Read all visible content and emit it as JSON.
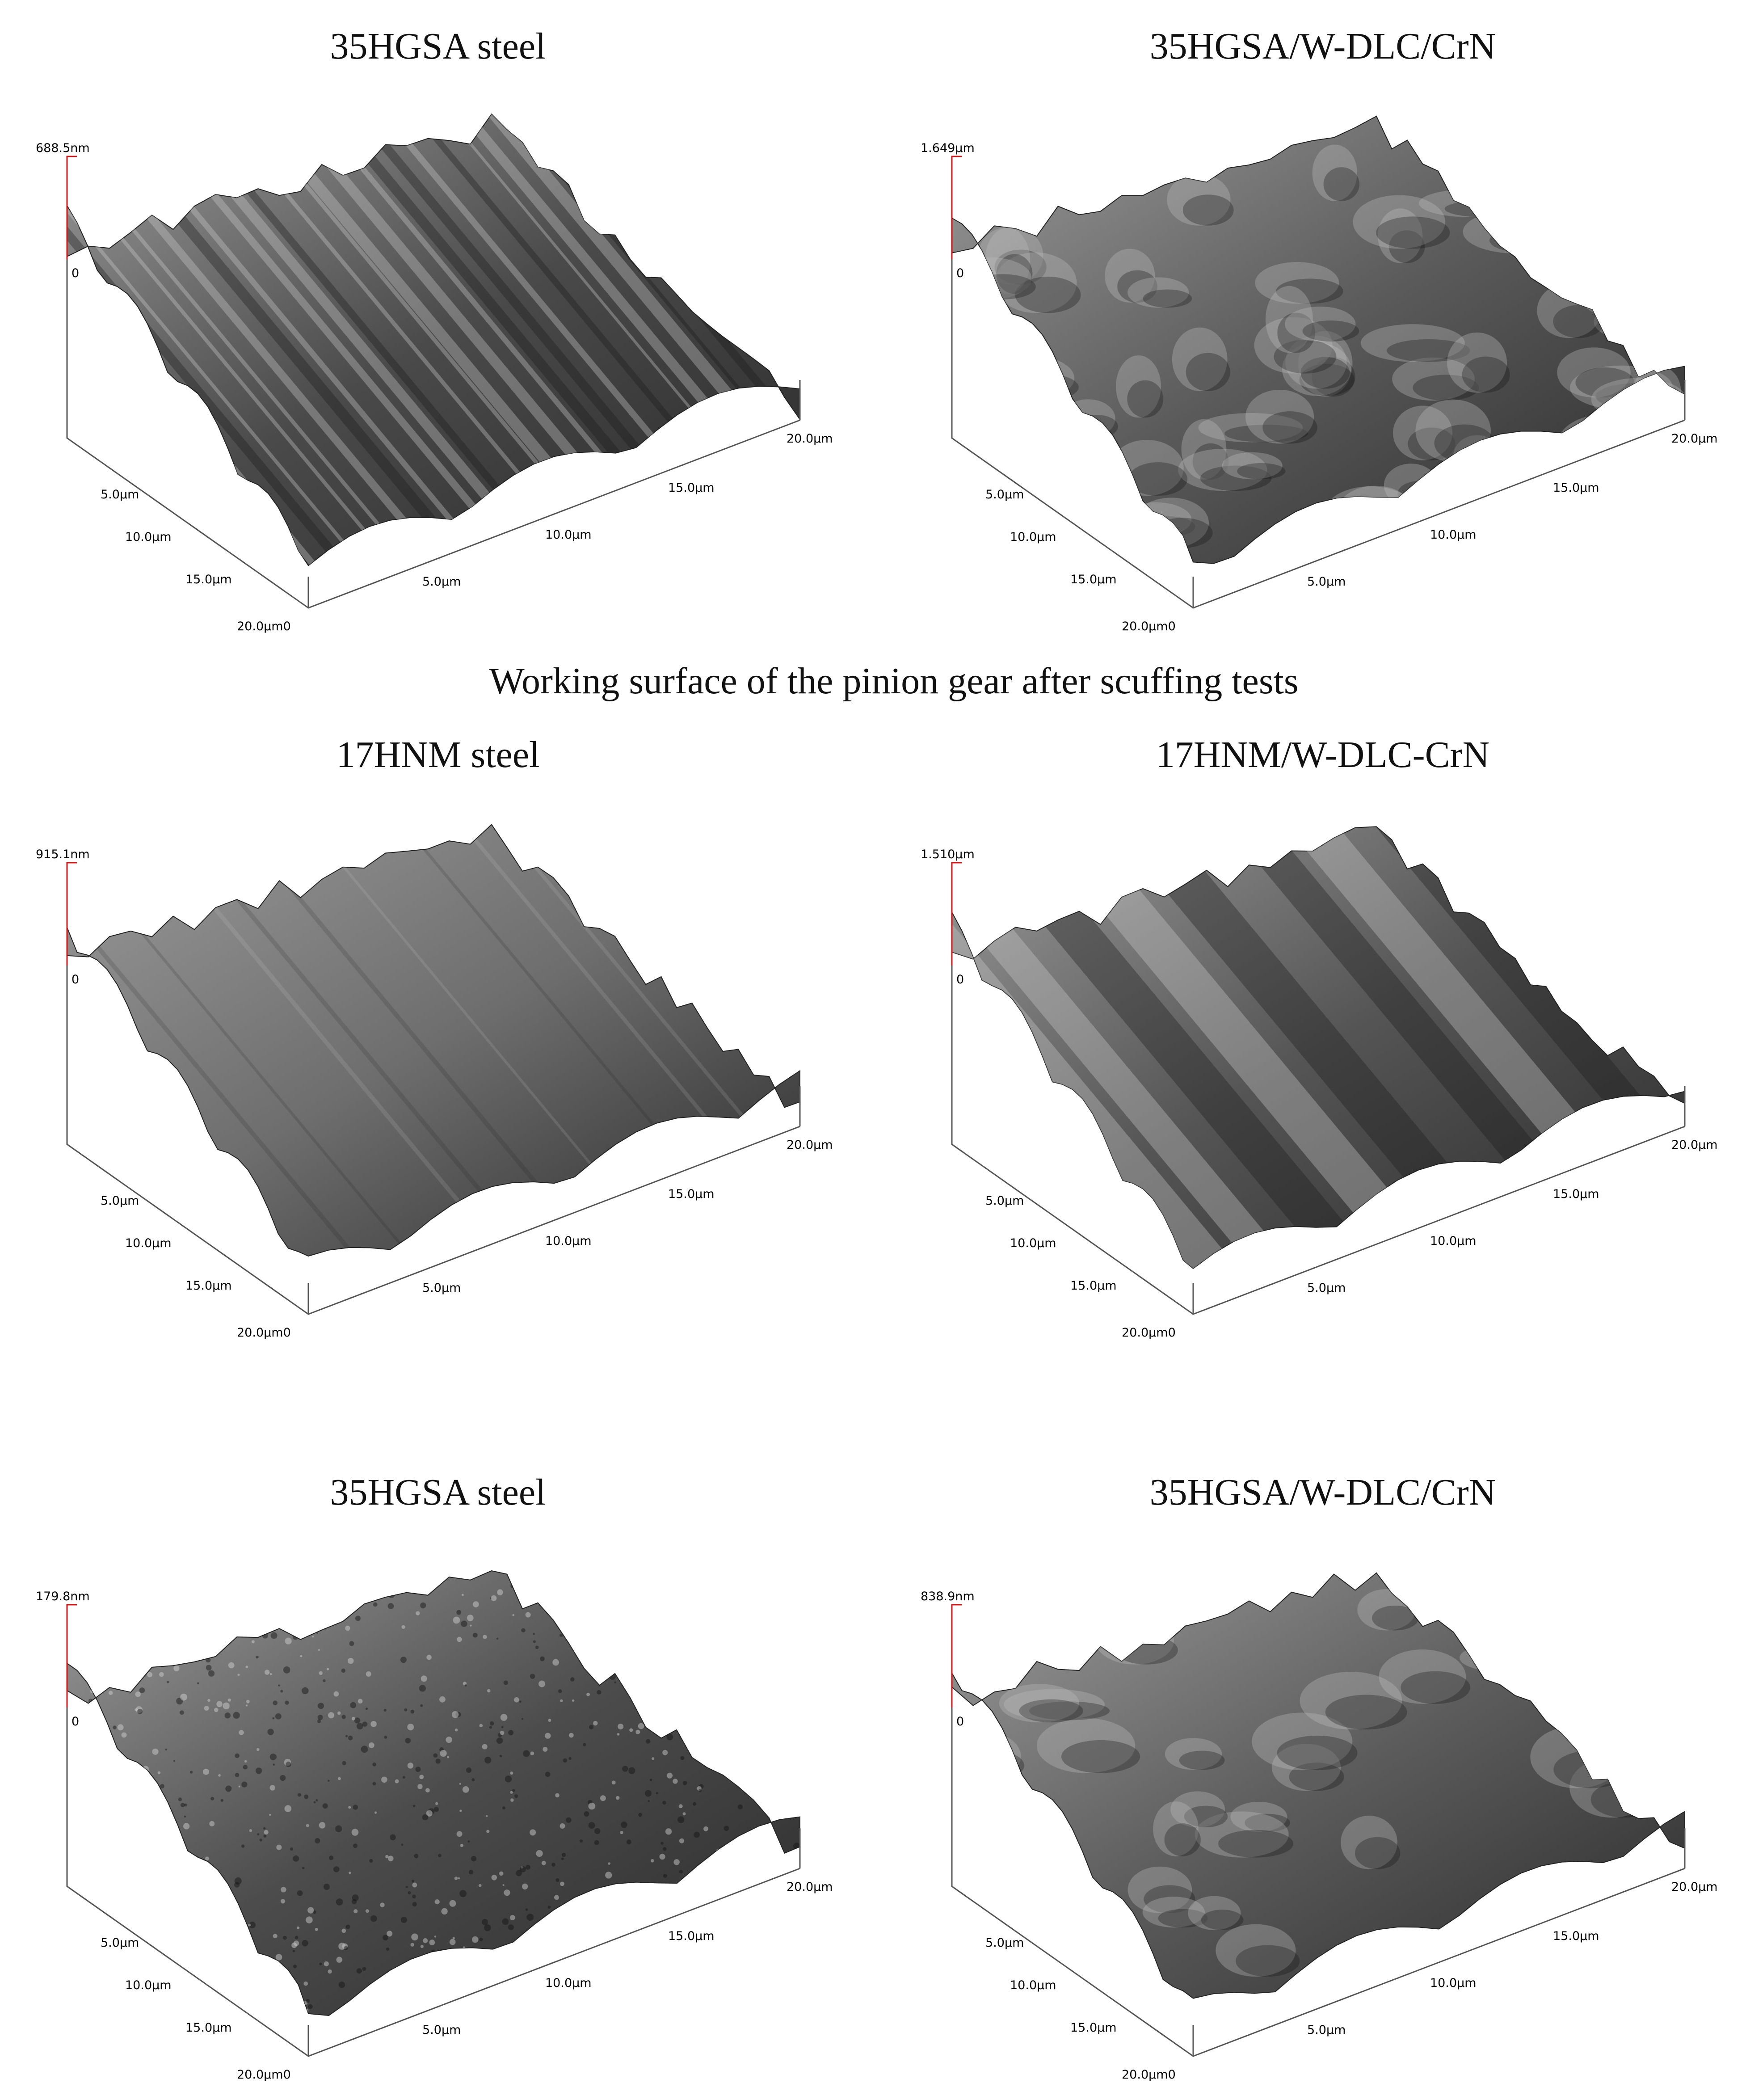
{
  "headings": {
    "row1_left": "35HGSA steel",
    "row1_right": "35HGSA/W-DLC/CrN",
    "middle": "Working surface of the pinion gear after scuffing tests",
    "row2_left": "17HNM steel",
    "row2_right": "17HNM/W-DLC-CrN",
    "row3_left": "35HGSA steel",
    "row3_right": "35HGSA/W-DLC/CrN"
  },
  "axis_ticks": {
    "zero": "0",
    "t5": "5.0µm",
    "t10": "10.0µm",
    "t15": "15.0µm",
    "t20": "20.0µm",
    "corner": "20.0µm0"
  },
  "panels": [
    {
      "id": "p1",
      "z_max": "688.5nm",
      "texture": "grooves",
      "tone": "#4a4a4a"
    },
    {
      "id": "p2",
      "z_max": "1.649µm",
      "texture": "nodules",
      "tone": "#5a5a5a"
    },
    {
      "id": "p3",
      "z_max": "915.1nm",
      "texture": "smooth",
      "tone": "#6e6e6e"
    },
    {
      "id": "p4",
      "z_max": "1.510µm",
      "texture": "ridges",
      "tone": "#555555"
    },
    {
      "id": "p5",
      "z_max": "179.8nm",
      "texture": "grainy",
      "tone": "#4c4c4c"
    },
    {
      "id": "p6",
      "z_max": "838.9nm",
      "texture": "worn",
      "tone": "#5c5c5c"
    }
  ]
}
